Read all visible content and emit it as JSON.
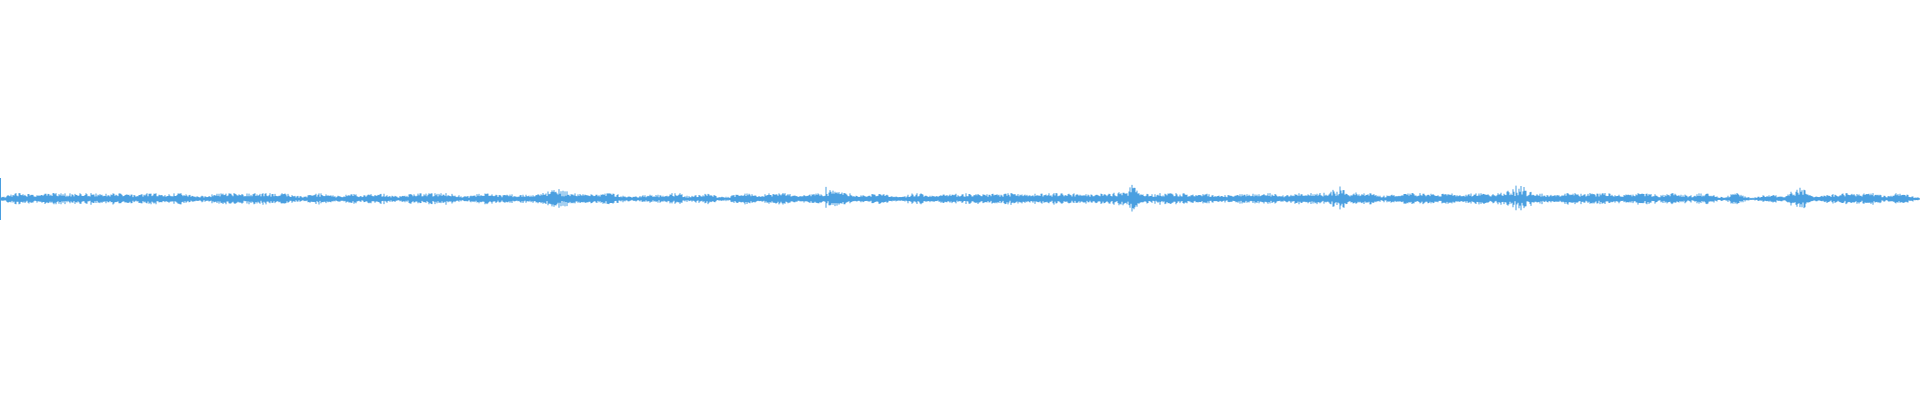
{
  "waveform": {
    "color": "#4a9fe0",
    "background": "#ffffff",
    "amplitude_typical": 0.03,
    "amplitude_peak": 0.08,
    "burst_count": 58
  }
}
